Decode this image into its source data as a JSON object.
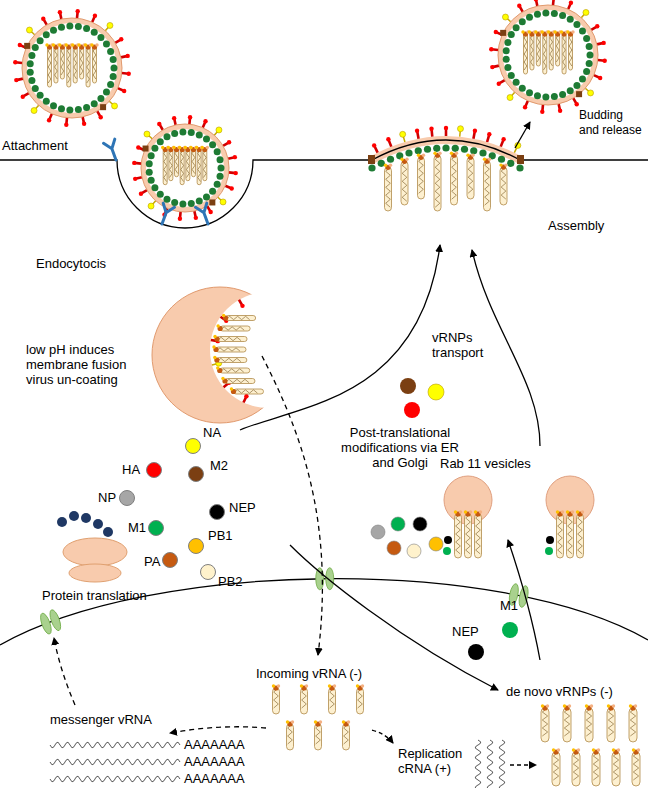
{
  "diagram": {
    "labels": [
      "Attachment",
      "Budding and release",
      "Endocytocis",
      "Assembly",
      "vRNPs transport",
      "low pH induces membrane fusion virus un-coating",
      "Post-translational modifications via ER and Golgi",
      "Protein translation",
      "Rab 11 vesicles",
      "NEP",
      "M1",
      "Incoming vRNA (-)",
      "de novo vRNPs (-)",
      "messenger vRNA",
      "AAAAAAA",
      "AAAAAAA",
      "AAAAAAA",
      "Replication cRNA (+)"
    ],
    "legend": [
      {
        "text": "NA",
        "color": "#ffff00"
      },
      {
        "text": "HA",
        "color": "#ff0000"
      },
      {
        "text": "M2",
        "color": "#7b3f12"
      },
      {
        "text": "NP",
        "color": "#a6a6a6"
      },
      {
        "text": "NEP",
        "color": "#000000"
      },
      {
        "text": "M1",
        "color": "#00b050"
      },
      {
        "text": "PA",
        "color": "#c55a11"
      },
      {
        "text": "PB1",
        "color": "#ffc000"
      },
      {
        "text": "PB2",
        "color": "#fff2cc"
      }
    ]
  }
}
